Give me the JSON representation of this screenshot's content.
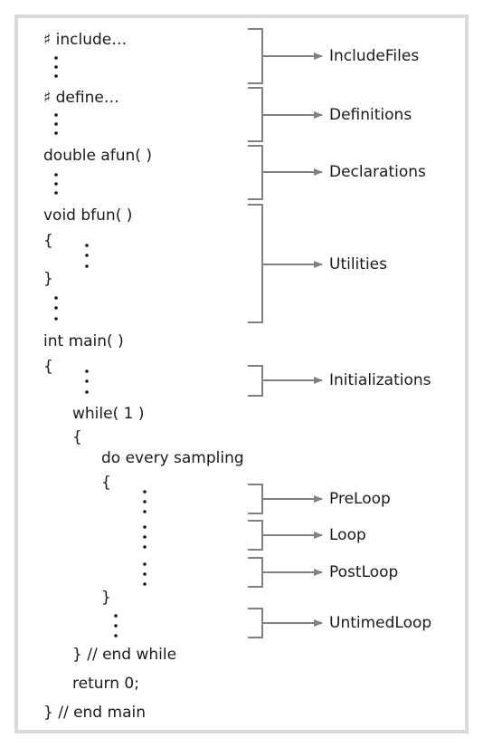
{
  "code_lines": [
    "♯ include…",
    "♯ define…",
    "double afun( )",
    "void bfun( )",
    "{",
    "}",
    "int main( )",
    "{",
    "while( 1 )",
    "{",
    "do every sampling",
    "{",
    "}",
    "} // end while",
    "return 0;",
    "} // end main"
  ],
  "sections": [
    "IncludeFiles",
    "Definitions",
    "Declarations",
    "Utilities",
    "Initializations",
    "PreLoop",
    "Loop",
    "PostLoop",
    "UntimedLoop"
  ],
  "colors": {
    "panel": "#d9d9d9",
    "bracket": "#7f7f7f",
    "text": "#1a1a1a"
  }
}
